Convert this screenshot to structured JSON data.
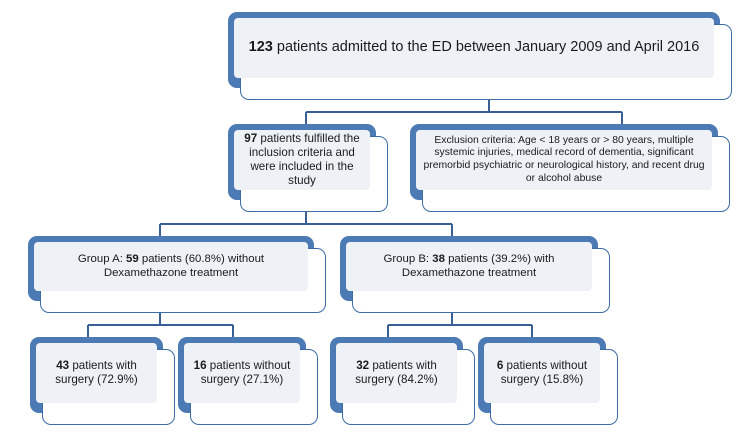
{
  "figure": {
    "type": "flowchart",
    "title": "Patient enrollment flow diagram",
    "background_color": "#ffffff",
    "accent_color": "#4b7ab4",
    "border_color": "#3d6ba6",
    "panel_color": "#eef1f6",
    "connector_color": "#3a5f94"
  },
  "nodes": {
    "root": {
      "count": "123",
      "text": " patients admitted to the ED between January 2009 and April 2016"
    },
    "included": {
      "count": "97",
      "text": " patients fulfilled the inclusion criteria and were included in the study"
    },
    "excluded": {
      "text": "Exclusion criteria: Age < 18 years or > 80 years, multiple systemic injuries, medical record of dementia, significant premorbid psychiatric or neurological history, and recent drug or alcohol abuse"
    },
    "group_a": {
      "prefix": "Group A: ",
      "count": "59",
      "text": " patients (60.8%) without Dexamethazone treatment"
    },
    "group_b": {
      "prefix": "Group B: ",
      "count": "38",
      "text": " patients (39.2%) with Dexamethazone treatment"
    },
    "a_surgery": {
      "count": "43",
      "text": " patients with surgery (72.9%)"
    },
    "a_no_surgery": {
      "count": "16",
      "text": " patients without surgery (27.1%)"
    },
    "b_surgery": {
      "count": "32",
      "text": " patients with surgery (84.2%)"
    },
    "b_no_surgery": {
      "count": "6",
      "text": " patients without surgery (15.8%)"
    }
  },
  "chart_data": {
    "type": "flowchart",
    "title": "Patient enrollment flow diagram",
    "levels": [
      {
        "level": 1,
        "nodes": [
          {
            "id": "root",
            "value": 123,
            "label": "123 patients admitted to the ED between January 2009 and April 2016"
          }
        ]
      },
      {
        "level": 2,
        "nodes": [
          {
            "id": "included",
            "value": 97,
            "label": "97 patients fulfilled the inclusion criteria and were included in the study"
          },
          {
            "id": "excluded",
            "value": null,
            "label": "Exclusion criteria: Age < 18 years or > 80 years, multiple systemic injuries, medical record of dementia, significant premorbid psychiatric or neurological history, and recent drug or alcohol abuse"
          }
        ]
      },
      {
        "level": 3,
        "nodes": [
          {
            "id": "group_a",
            "value": 59,
            "percent": 60.8,
            "label": "Group A: 59 patients (60.8%) without Dexamethazone treatment"
          },
          {
            "id": "group_b",
            "value": 38,
            "percent": 39.2,
            "label": "Group B: 38 patients (39.2%) with Dexamethazone treatment"
          }
        ]
      },
      {
        "level": 4,
        "nodes": [
          {
            "id": "a_surgery",
            "value": 43,
            "percent": 72.9,
            "label": "43 patients with surgery (72.9%)"
          },
          {
            "id": "a_no_surgery",
            "value": 16,
            "percent": 27.1,
            "label": "16 patients without surgery (27.1%)"
          },
          {
            "id": "b_surgery",
            "value": 32,
            "percent": 84.2,
            "label": "32 patients with surgery (84.2%)"
          },
          {
            "id": "b_no_surgery",
            "value": 6,
            "percent": 15.8,
            "label": "6 patients without surgery (15.8%)"
          }
        ]
      }
    ],
    "edges": [
      {
        "from": "root",
        "to": "included"
      },
      {
        "from": "root",
        "to": "excluded"
      },
      {
        "from": "included",
        "to": "group_a"
      },
      {
        "from": "included",
        "to": "group_b"
      },
      {
        "from": "group_a",
        "to": "a_surgery"
      },
      {
        "from": "group_a",
        "to": "a_no_surgery"
      },
      {
        "from": "group_b",
        "to": "b_surgery"
      },
      {
        "from": "group_b",
        "to": "b_no_surgery"
      }
    ]
  }
}
